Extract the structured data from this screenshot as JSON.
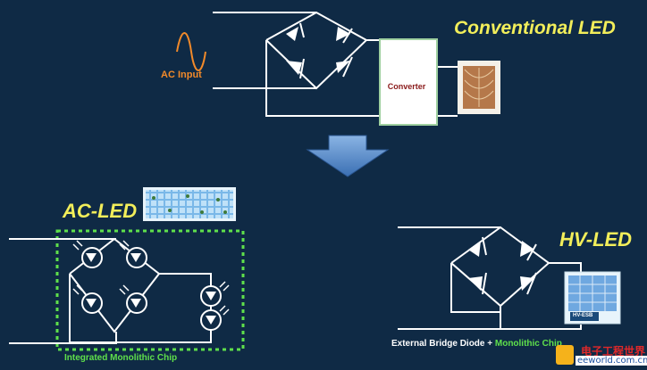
{
  "titles": {
    "conventional": "Conventional LED",
    "ac_led": "AC-LED",
    "hv_led": "HV-LED"
  },
  "labels": {
    "ac_input": "AC Input",
    "converter": "Converter",
    "integrated_chip": "Integrated Monolithic Chip",
    "hv_chip": "HV-ESB",
    "external_bridge": "External Bridge Diode",
    "plus": "+",
    "monolithic": "Monolithic Chip"
  },
  "watermark": {
    "cn": "电子工程世界",
    "site": "eeworld.com.cn"
  },
  "colors": {
    "background": "#0f2a45",
    "wire": "#ffffff",
    "title": "#f2ee5a",
    "green": "#5fe04b",
    "arrow": "#4a86c8",
    "orange": "#f28a2a"
  }
}
